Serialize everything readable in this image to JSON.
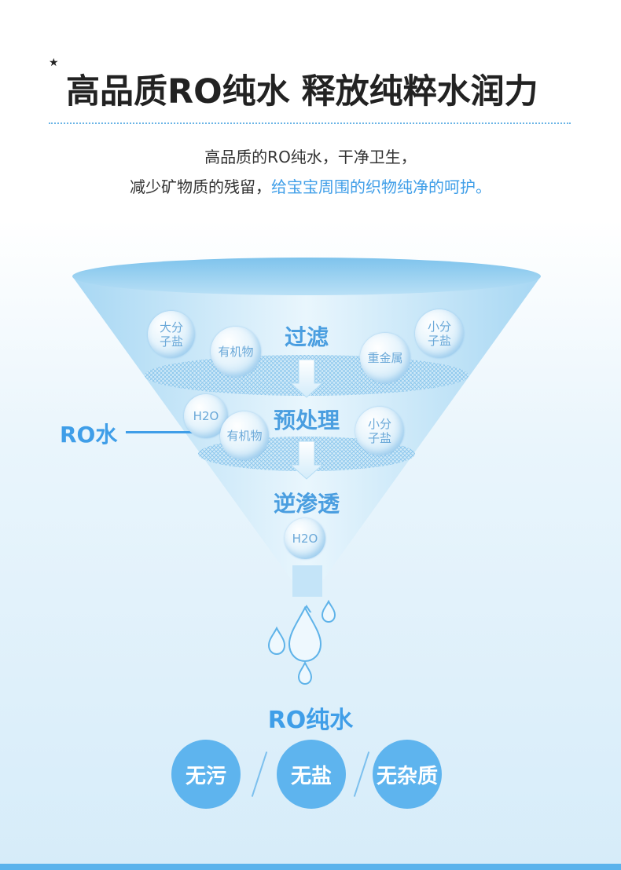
{
  "header": {
    "star": "★",
    "title": "高品质RO纯水 释放纯粹水润力"
  },
  "subtitle": {
    "line1": "高品质的RO纯水，干净卫生，",
    "line2_plain": "减少矿物质的残留，",
    "line2_highlight": "给宝宝周围的织物纯净的呵护。"
  },
  "funnel": {
    "stages": [
      "过滤",
      "预处理",
      "逆渗透"
    ],
    "ro_label": "RO水",
    "bubbles": {
      "large_salt": "大分\n子盐",
      "organic_1": "有机物",
      "heavy_metal": "重金属",
      "small_salt_1": "小分\n子盐",
      "h2o_1": "H2O",
      "organic_2": "有机物",
      "small_salt_2": "小分\n子盐",
      "h2o_2": "H2O"
    }
  },
  "result": {
    "title": "RO纯水",
    "badges": [
      "无污",
      "无盐",
      "无杂质"
    ]
  },
  "colors": {
    "accent": "#3f9ee8",
    "badge": "#5eb4ee",
    "funnel_light": "#d8eefb",
    "funnel_dark": "#8ecbf0"
  }
}
